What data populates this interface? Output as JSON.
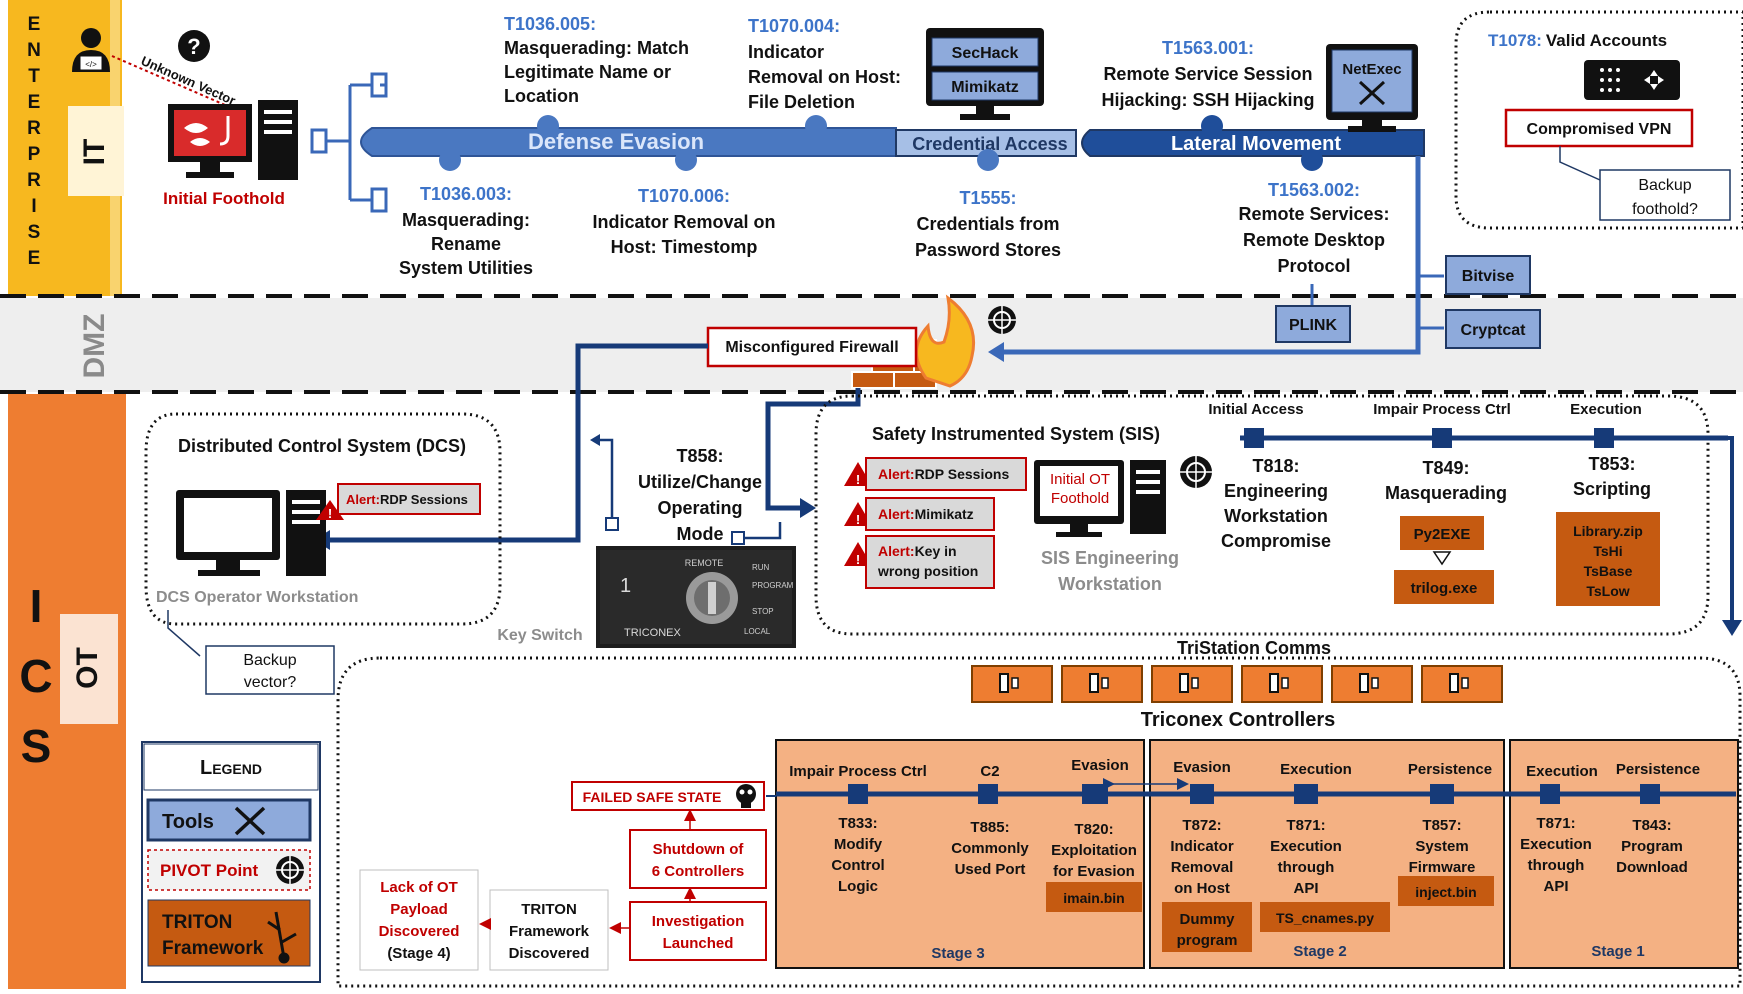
{
  "zones": {
    "enterprise_letters": [
      "E",
      "N",
      "T",
      "E",
      "R",
      "P",
      "R",
      "I",
      "S",
      "E"
    ],
    "it": "IT",
    "dmz": "DMZ",
    "ics_letters": [
      "I",
      "C",
      "S"
    ],
    "ot": "OT"
  },
  "foothold": {
    "unknown_vector": "Unknown Vector",
    "initial_foothold": "Initial Foothold"
  },
  "phases": {
    "defense_evasion": "Defense Evasion",
    "credential_access": "Credential Access",
    "lateral_movement": "Lateral Movement"
  },
  "techniques_top": {
    "t1036_005_id": "T1036.005:",
    "t1036_005_lines": [
      "Masquerading: Match",
      "Legitimate Name or",
      "Location"
    ],
    "t1070_004_id": "T1070.004:",
    "t1070_004_lines": [
      "Indicator",
      "Removal on Host:",
      "File Deletion"
    ],
    "t1563_001_id": "T1563.001:",
    "t1563_001_lines": [
      "Remote Service Session",
      "Hijacking: SSH Hijacking"
    ],
    "t1036_003_id": "T1036.003:",
    "t1036_003_lines": [
      "Masquerading:",
      "Rename",
      "System Utilities"
    ],
    "t1070_006_id": "T1070.006:",
    "t1070_006_lines": [
      "Indicator Removal on",
      "Host: Timestomp"
    ],
    "t1555_id": "T1555:",
    "t1555_lines": [
      "Credentials from",
      "Password Stores"
    ],
    "t1563_002_id": "T1563.002:",
    "t1563_002_lines": [
      "Remote Services:",
      "Remote Desktop",
      "Protocol"
    ]
  },
  "tools_top": {
    "sechack": "SecHack",
    "mimikatz": "Mimikatz",
    "netexec": "NetExec",
    "bitvise": "Bitvise",
    "plink": "PLINK",
    "cryptcat": "Cryptcat"
  },
  "valid_accounts": {
    "id": "T1078:",
    "label": "Valid Accounts",
    "compromised_vpn": "Compromised VPN",
    "backup_lines": [
      "Backup",
      "foothold?"
    ]
  },
  "firewall": {
    "label": "Misconfigured Firewall"
  },
  "dcs": {
    "title": "Distributed Control System (DCS)",
    "alert_prefix": "Alert:",
    "alert_text": "RDP Sessions",
    "workstation": "DCS Operator Workstation",
    "backup_lines": [
      "Backup",
      "vector?"
    ]
  },
  "t858": {
    "lines": [
      "T858:",
      "Utilize/Change",
      "Operating",
      "Mode"
    ],
    "key_switch": "Key Switch",
    "key_labels": [
      "REMOTE",
      "RUN",
      "PROGRAM",
      "STOP",
      "LOCAL",
      "TRICONEX",
      "1"
    ]
  },
  "sis": {
    "title": "Safety Instrumented System (SIS)",
    "alert_prefix": "Alert:",
    "alert1": "RDP Sessions",
    "alert2": "Mimikatz",
    "alert3_lines": [
      "Key in",
      "wrong position"
    ],
    "initial_ot_lines": [
      "Initial OT",
      "Foothold"
    ],
    "workstation_lines": [
      "SIS Engineering",
      "Workstation"
    ],
    "phase_initial": "Initial Access",
    "phase_impair": "Impair Process Ctrl",
    "phase_execution": "Execution",
    "t818_lines": [
      "T818:",
      "Engineering",
      "Workstation",
      "Compromise"
    ],
    "t849_lines": [
      "T849:",
      "Masquerading"
    ],
    "t853_lines": [
      "T853:",
      "Scripting"
    ],
    "py2exe": "Py2EXE",
    "trilog": "trilog.exe",
    "library_lines": [
      "Library.zip",
      "TsHi",
      "TsBase",
      "TsLow"
    ]
  },
  "controllers": {
    "comms": "TriStation Comms",
    "label": "Triconex Controllers"
  },
  "legend": {
    "title": "Legend",
    "tools": "Tools",
    "pivot": "PIVOT Point",
    "triton_lines": [
      "TRITON",
      "Framework"
    ]
  },
  "response": {
    "failed": "FAILED SAFE STATE",
    "shutdown_lines": [
      "Shutdown of",
      "6 Controllers"
    ],
    "investigation_lines": [
      "Investigation",
      "Launched"
    ],
    "triton_lines": [
      "TRITON",
      "Framework",
      "Discovered"
    ],
    "lack_lines": [
      "Lack of OT",
      "Payload",
      "Discovered",
      "(Stage 4)"
    ]
  },
  "stage3": {
    "label": "Stage 3",
    "phase1": "Impair Process Ctrl",
    "phase2": "C2",
    "phase3": "Evasion",
    "t833_lines": [
      "T833:",
      "Modify",
      "Control",
      "Logic"
    ],
    "t885_lines": [
      "T885:",
      "Commonly",
      "Used Port"
    ],
    "t820_lines": [
      "T820:",
      "Exploitation",
      "for Evasion"
    ],
    "imain": "imain.bin"
  },
  "stage2": {
    "label": "Stage 2",
    "phase1": "Evasion",
    "phase2": "Execution",
    "phase3": "Persistence",
    "t872_lines": [
      "T872:",
      "Indicator",
      "Removal",
      "on Host"
    ],
    "t871_lines": [
      "T871:",
      "Execution",
      "through",
      "API"
    ],
    "t857_lines": [
      "T857:",
      "System",
      "Firmware"
    ],
    "dummy_lines": [
      "Dummy",
      "program"
    ],
    "ts_cnames": "TS_cnames.py",
    "inject": "inject.bin"
  },
  "stage1": {
    "label": "Stage 1",
    "phase1": "Execution",
    "phase2": "Persistence",
    "t871_lines": [
      "T871:",
      "Execution",
      "through",
      "API"
    ],
    "t843_lines": [
      "T843:",
      "Program",
      "Download"
    ]
  },
  "colors": {
    "enterprise_band": "#f7b81f",
    "ics_band": "#ee7d31",
    "dmz_band": "#eeeeee",
    "phase_blue": "#4a78c1",
    "dark_navy": "#163a78",
    "technique_blue": "#3d74c9",
    "tool_box": "#8eaadb",
    "triton_orange": "#c55a11",
    "stage_fill": "#f4b183",
    "alert_red": "#c00000"
  }
}
